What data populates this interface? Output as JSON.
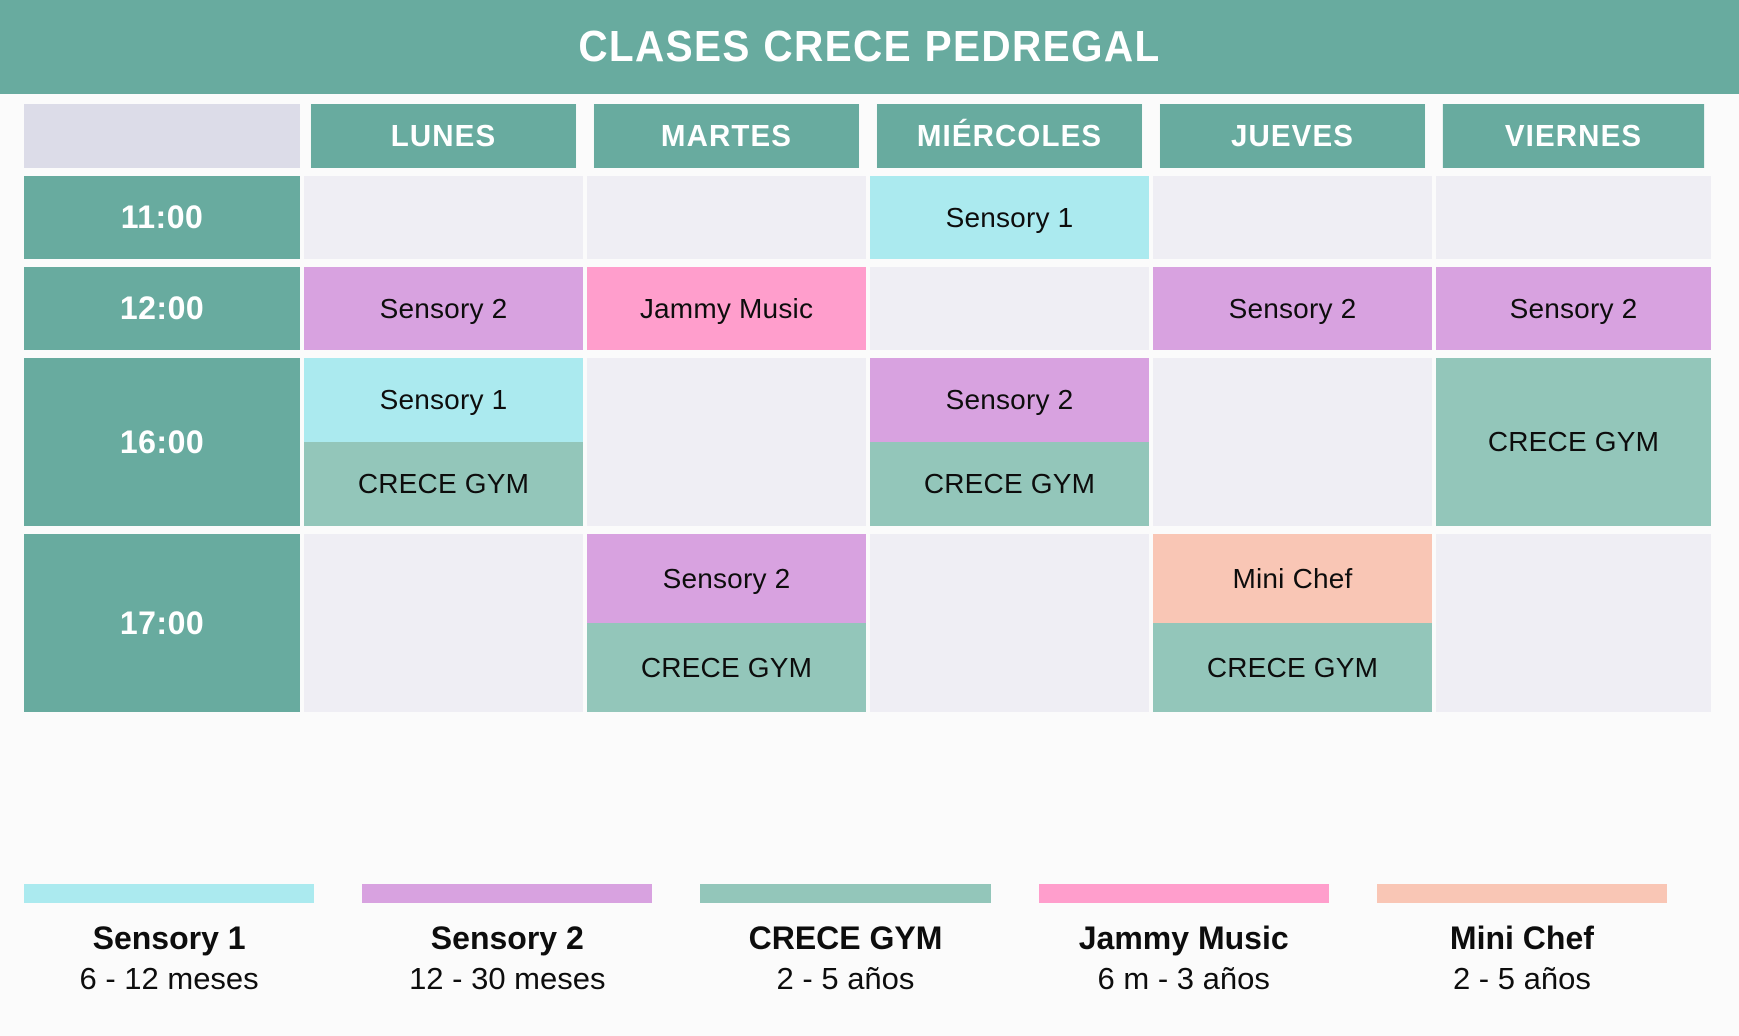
{
  "header": {
    "title": "CLASES CRECE PEDREGAL",
    "banner_color": "#68ab9f",
    "title_color": "#ffffff"
  },
  "schedule": {
    "corner_label": "",
    "days": [
      "LUNES",
      "MARTES",
      "MIÉRCOLES",
      "JUEVES",
      "VIERNES"
    ],
    "times": [
      "11:00",
      "12:00",
      "16:00",
      "17:00"
    ],
    "rows": [
      {
        "time": "11:00",
        "cells": [
          {
            "top": "",
            "bottom": "",
            "top_class": "empty",
            "bottom_class": "empty",
            "split": false
          },
          {
            "top": "",
            "bottom": "",
            "top_class": "empty",
            "bottom_class": "empty",
            "split": false
          },
          {
            "top": "Sensory 1",
            "bottom": "",
            "top_class": "sensory1",
            "bottom_class": "empty",
            "split": false
          },
          {
            "top": "",
            "bottom": "",
            "top_class": "empty",
            "bottom_class": "empty",
            "split": false
          },
          {
            "top": "",
            "bottom": "",
            "top_class": "empty",
            "bottom_class": "empty",
            "split": false
          }
        ]
      },
      {
        "time": "12:00",
        "cells": [
          {
            "top": "Sensory 2",
            "bottom": "",
            "top_class": "sensory2",
            "bottom_class": "empty",
            "split": false
          },
          {
            "top": "Jammy Music",
            "bottom": "",
            "top_class": "jammy",
            "bottom_class": "empty",
            "split": false
          },
          {
            "top": "",
            "bottom": "",
            "top_class": "empty",
            "bottom_class": "empty",
            "split": false
          },
          {
            "top": "Sensory 2",
            "bottom": "",
            "top_class": "sensory2",
            "bottom_class": "empty",
            "split": false
          },
          {
            "top": "Sensory 2",
            "bottom": "",
            "top_class": "sensory2",
            "bottom_class": "empty",
            "split": false
          }
        ]
      },
      {
        "time": "16:00",
        "cells": [
          {
            "top": "Sensory 1",
            "bottom": "CRECE GYM",
            "top_class": "sensory1",
            "bottom_class": "crecegym",
            "split": true
          },
          {
            "top": "",
            "bottom": "",
            "top_class": "empty",
            "bottom_class": "empty",
            "split": false
          },
          {
            "top": "Sensory 2",
            "bottom": "CRECE GYM",
            "top_class": "sensory2",
            "bottom_class": "crecegym",
            "split": true
          },
          {
            "top": "",
            "bottom": "",
            "top_class": "empty",
            "bottom_class": "empty",
            "split": false
          },
          {
            "top": "CRECE GYM",
            "bottom": "",
            "top_class": "crecegym",
            "bottom_class": "empty",
            "split": false
          }
        ]
      },
      {
        "time": "17:00",
        "cells": [
          {
            "top": "",
            "bottom": "",
            "top_class": "empty",
            "bottom_class": "empty",
            "split": false
          },
          {
            "top": "Sensory 2",
            "bottom": "CRECE GYM",
            "top_class": "sensory2",
            "bottom_class": "crecegym",
            "split": true
          },
          {
            "top": "",
            "bottom": "",
            "top_class": "empty",
            "bottom_class": "empty",
            "split": false
          },
          {
            "top": "Mini Chef",
            "bottom": "CRECE GYM",
            "top_class": "minichef",
            "bottom_class": "crecegym",
            "split": true
          },
          {
            "top": "",
            "bottom": "",
            "top_class": "empty",
            "bottom_class": "empty",
            "split": false
          }
        ]
      }
    ]
  },
  "legend": {
    "items": [
      {
        "name": "Sensory 1",
        "age": "6 - 12 meses",
        "color": "#abeaef",
        "key": "sensory1"
      },
      {
        "name": "Sensory 2",
        "age": "12 - 30 meses",
        "color": "#d8a2e0",
        "key": "sensory2"
      },
      {
        "name": "CRECE GYM",
        "age": "2 - 5 años",
        "color": "#93c6ba",
        "key": "crecegym"
      },
      {
        "name": "Jammy Music",
        "age": "6 m - 3 años",
        "color": "#ff9ecc",
        "key": "jammy"
      },
      {
        "name": "Mini Chef",
        "age": "2 - 5 años",
        "color": "#f9c6b5",
        "key": "minichef"
      }
    ]
  },
  "colors": {
    "teal": "#68ab9f",
    "lavender_corner": "#dcdce8",
    "empty_cell": "#efeef4",
    "page_background": "#fbfbfb",
    "text": "#0d0d0d"
  }
}
